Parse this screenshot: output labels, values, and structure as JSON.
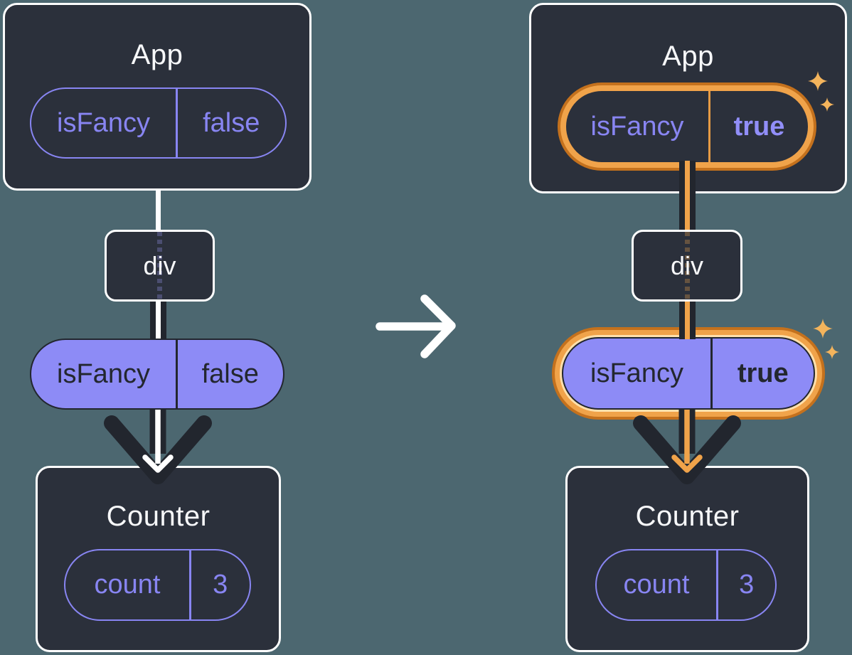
{
  "before": {
    "app": {
      "title": "App",
      "prop_name": "isFancy",
      "prop_value": "false"
    },
    "div": {
      "label": "div"
    },
    "passed_prop": {
      "name": "isFancy",
      "value": "false"
    },
    "counter": {
      "title": "Counter",
      "state_name": "count",
      "state_value": "3"
    }
  },
  "after": {
    "app": {
      "title": "App",
      "prop_name": "isFancy",
      "prop_value": "true"
    },
    "div": {
      "label": "div"
    },
    "passed_prop": {
      "name": "isFancy",
      "value": "true"
    },
    "counter": {
      "title": "Counter",
      "state_name": "count",
      "state_value": "3"
    }
  },
  "icons": {
    "transition": "arrow-right-icon",
    "flow": "arrow-down-icon",
    "highlight": "sparkles-icon"
  },
  "colors": {
    "background": "#4C6770",
    "node_fill": "#2B303B",
    "node_border": "#FFFFFF",
    "purple": "#8885F2",
    "purple_bold": "#918EF8",
    "pill_fill": "#8D8BF6",
    "line_dark": "#22262E",
    "highlight_orange": "#F0A34A",
    "highlight_orange_dark": "#C4711D",
    "highlight_cream": "#FFE0AC",
    "sparkle": "#F4B45C"
  }
}
